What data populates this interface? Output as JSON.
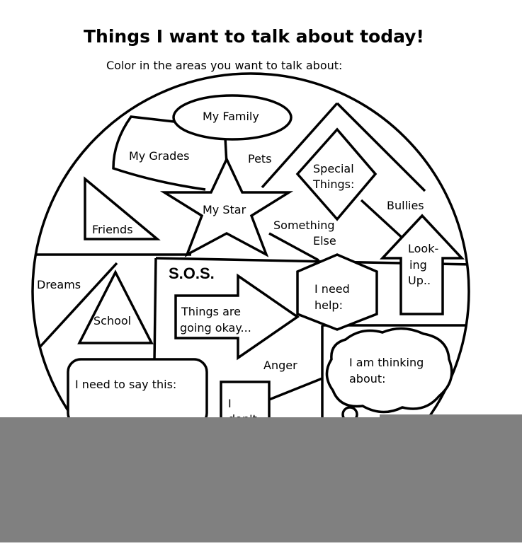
{
  "worksheet": {
    "title": "Things I want to talk about today!",
    "instructions": "Color in the areas you want to talk about:",
    "labels": {
      "my_family": "My Family",
      "my_grades": "My Grades",
      "pets": "Pets",
      "special_things_1": "Special",
      "special_things_2": "Things:",
      "bullies": "Bullies",
      "friends": "Friends",
      "my_star": "My Star",
      "something_else_1": "Something",
      "something_else_2": "Else",
      "looking_up_1": "Look-",
      "looking_up_2": "ing",
      "looking_up_3": "Up..",
      "dreams": "Dreams",
      "sos": "S.O.S.",
      "i_need_help_1": "I need",
      "i_need_help_2": "help:",
      "school": "School",
      "things_okay_1": "Things are",
      "things_okay_2": "going okay...",
      "anger": "Anger",
      "i_am_thinking_1": "I am thinking",
      "i_am_thinking_2": "about:",
      "i_need_to_say": "I need to say this:",
      "i_dont_1": "I",
      "i_dont_2": "don't"
    }
  },
  "colors": {
    "ink": "#000000",
    "paper": "#ffffff",
    "overlay": "#808080"
  }
}
